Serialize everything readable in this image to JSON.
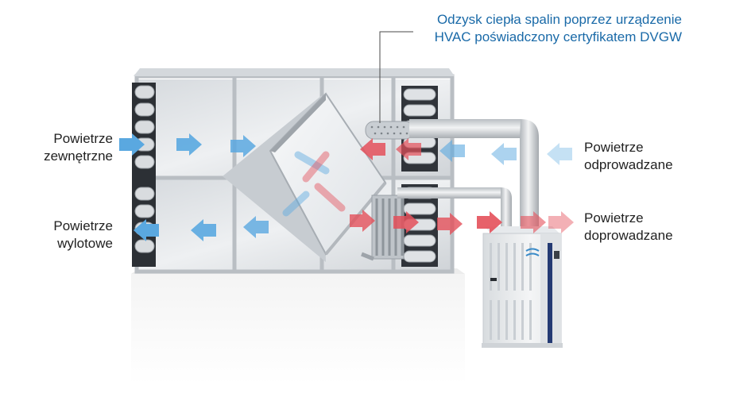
{
  "callout": {
    "line1": "Odzysk ciepła spalin poprzez urządzenie",
    "line2": "HVAC poświadczony certyfikatem DVGW"
  },
  "labels": {
    "outdoor_air": {
      "line1": "Powietrze",
      "line2": "zewnętrzne"
    },
    "exhaust_air": {
      "line1": "Powietrze",
      "line2": "wylotowe"
    },
    "extract_air": {
      "line1": "Powietrze",
      "line2": "odprowadzane"
    },
    "supply_air": {
      "line1": "Powietrze",
      "line2": "doprowadzane"
    }
  },
  "colors": {
    "callout_text": "#1a6aa8",
    "leader_line": "#4a4a4a",
    "cold_arrow": "#5aa8e0",
    "warm_arrow": "#e4505a",
    "frame": "#c8cdd2",
    "panel": "#e6e9ec",
    "plinth": "#f3f3f3"
  }
}
